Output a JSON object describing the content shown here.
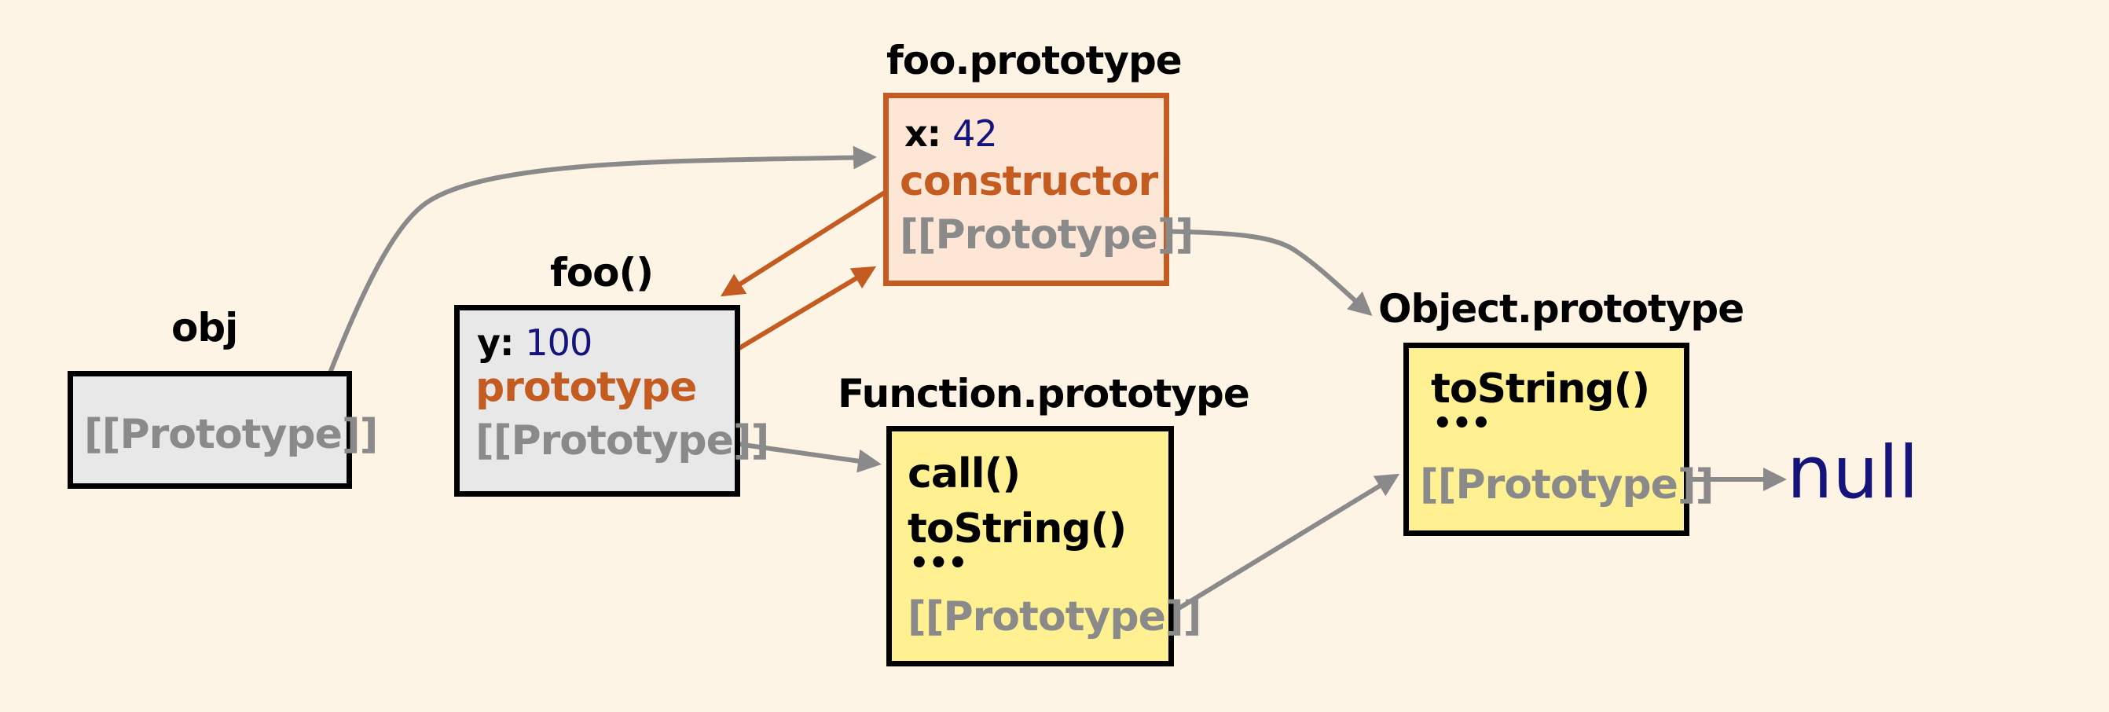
{
  "nodes": {
    "obj": {
      "title": "obj",
      "proto": "[[Prototype]]"
    },
    "foo": {
      "title": "foo()",
      "prop_key": "y:",
      "prop_val": "100",
      "prototype": "prototype",
      "proto": "[[Prototype]]"
    },
    "foo_prototype": {
      "title": "foo.prototype",
      "prop_key": "x:",
      "prop_val": "42",
      "constructor": "constructor",
      "proto": "[[Prototype]]"
    },
    "function_prototype": {
      "title": "Function.prototype",
      "m1": "call()",
      "m2": "toString()",
      "ellipsis": "•••",
      "proto": "[[Prototype]]"
    },
    "object_prototype": {
      "title": "Object.prototype",
      "m1": "toString()",
      "ellipsis": "•••",
      "proto": "[[Prototype]]"
    }
  },
  "terminal": {
    "label": "null"
  },
  "colors": {
    "background": "#fdf4e6",
    "orange": "#c45c22",
    "gray": "#8a8a8a",
    "navy": "#14147a",
    "yellow_box": "#fff192",
    "grey_box": "#e8e8e8",
    "peach_box": "#fde6d6"
  }
}
